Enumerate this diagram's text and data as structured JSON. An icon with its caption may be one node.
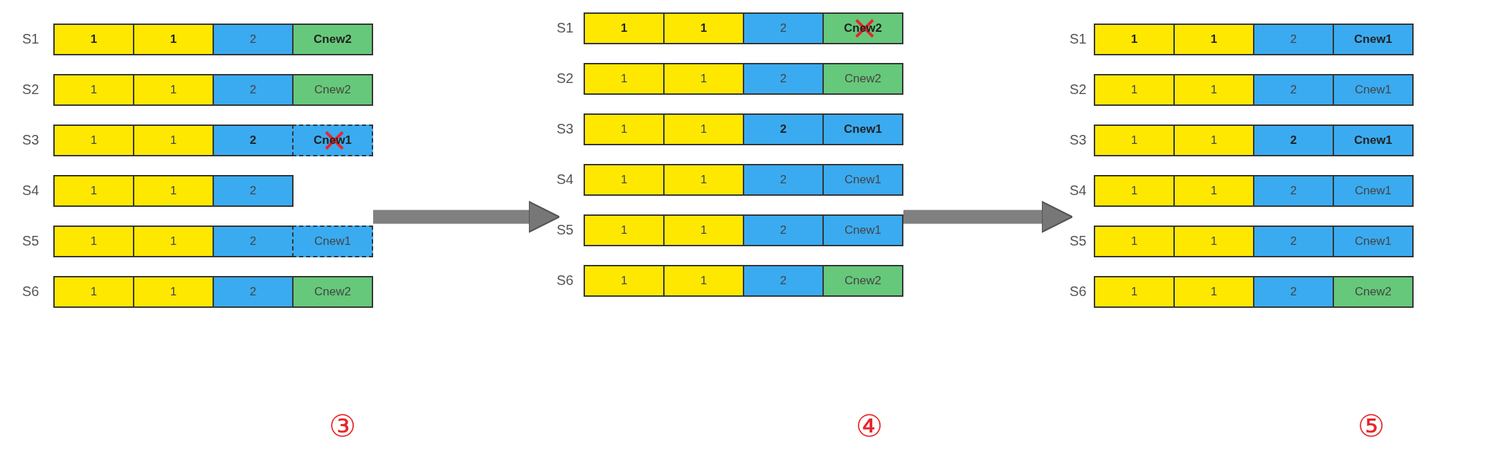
{
  "diagram": {
    "nodes": [
      {
        "text": [
          "③"
        ]
      },
      {
        "text": [
          "1"
        ],
        "in": 0
      },
      {
        "text": [
          "1"
        ],
        "in": 0
      },
      {
        "text": [
          "2"
        ],
        "in": 0
      },
      {
        "text": [
          "Cnew2"
        ],
        "in": 0
      },
      {
        "text": [
          "1"
        ],
        "in": 0
      },
      {
        "text": [
          "1"
        ],
        "in": 0
      },
      {
        "text": [
          "2"
        ],
        "in": 0
      },
      {
        "text": [
          "Cnew2"
        ],
        "in": 0
      },
      {
        "text": [
          "1"
        ],
        "in": 0
      },
      {
        "text": [
          "1"
        ],
        "in": 0
      },
      {
        "text": [
          "2"
        ],
        "in": 0
      },
      {
        "text": [
          "Cnew1"
        ],
        "in": 0
      },
      {
        "text": [
          "1"
        ],
        "in": 0
      },
      {
        "text": [
          "1"
        ],
        "in": 0
      },
      {
        "text": [
          "2"
        ],
        "in": 0
      },
      {
        "text": [
          "1"
        ],
        "in": 0
      },
      {
        "text": [
          "1"
        ],
        "in": 0
      },
      {
        "text": [
          "2"
        ],
        "in": 0
      },
      {
        "text": [
          "Cnew1"
        ],
        "in": 0
      },
      {
        "text": [
          "1"
        ],
        "in": 0
      },
      {
        "text": [
          "1"
        ],
        "in": 0
      },
      {
        "text": [
          "2"
        ],
        "in": 0
      },
      {
        "text": [
          "Cnew2"
        ],
        "in": 0
      },
      {
        "text": [
          "④"
        ]
      },
      {
        "text": [
          "1"
        ],
        "in": 24
      },
      {
        "text": [
          "1"
        ],
        "in": 24
      },
      {
        "text": [
          "2"
        ],
        "in": 24
      },
      {
        "text": [
          "Cnew2"
        ],
        "in": 24
      },
      {
        "text": [
          "1"
        ],
        "in": 24
      },
      {
        "text": [
          "1"
        ],
        "in": 24
      },
      {
        "text": [
          "2"
        ],
        "in": 24
      },
      {
        "text": [
          "Cnew2"
        ],
        "in": 24
      },
      {
        "text": [
          "1"
        ],
        "in": 24
      },
      {
        "text": [
          "1"
        ],
        "in": 24
      },
      {
        "text": [
          "2"
        ],
        "in": 24
      },
      {
        "text": [
          "Cnew1"
        ],
        "in": 24
      },
      {
        "text": [
          "1"
        ],
        "in": 24
      },
      {
        "text": [
          "1"
        ],
        "in": 24
      },
      {
        "text": [
          "2"
        ],
        "in": 24
      },
      {
        "text": [
          "Cnew1"
        ],
        "in": 24
      },
      {
        "text": [
          "1"
        ],
        "in": 24
      },
      {
        "text": [
          "1"
        ],
        "in": 24
      },
      {
        "text": [
          "2"
        ],
        "in": 24
      },
      {
        "text": [
          "Cnew1"
        ],
        "in": 24
      },
      {
        "text": [
          "1"
        ],
        "in": 24
      },
      {
        "text": [
          "1"
        ],
        "in": 24
      },
      {
        "text": [
          "2"
        ],
        "in": 24
      },
      {
        "text": [
          "Cnew2"
        ],
        "in": 24
      },
      {
        "text": [
          "⑤"
        ]
      },
      {
        "text": [
          "1"
        ],
        "in": 49
      },
      {
        "text": [
          "1"
        ],
        "in": 49
      },
      {
        "text": [
          "2"
        ],
        "in": 49
      },
      {
        "text": [
          "Cnew1"
        ],
        "in": 49
      },
      {
        "text": [
          "1"
        ],
        "in": 49
      },
      {
        "text": [
          "1"
        ],
        "in": 49
      },
      {
        "text": [
          "2"
        ],
        "in": 49
      },
      {
        "text": [
          "Cnew1"
        ],
        "in": 49
      },
      {
        "text": [
          "1"
        ],
        "in": 49
      },
      {
        "text": [
          "1"
        ],
        "in": 49
      },
      {
        "text": [
          "2"
        ],
        "in": 49
      },
      {
        "text": [
          "Cnew1"
        ],
        "in": 49
      },
      {
        "text": [
          "1"
        ],
        "in": 49
      },
      {
        "text": [
          "1"
        ],
        "in": 49
      },
      {
        "text": [
          "2"
        ],
        "in": 49
      },
      {
        "text": [
          "Cnew1"
        ],
        "in": 49
      },
      {
        "text": [
          "1"
        ],
        "in": 49
      },
      {
        "text": [
          "1"
        ],
        "in": 49
      },
      {
        "text": [
          "2"
        ],
        "in": 49
      },
      {
        "text": [
          "Cnew1"
        ],
        "in": 49
      },
      {
        "text": [
          "1"
        ],
        "in": 49
      },
      {
        "text": [
          "1"
        ],
        "in": 49
      },
      {
        "text": [
          "2"
        ],
        "in": 49
      },
      {
        "text": [
          "Cnew2"
        ],
        "in": 49
      }
    ],
    "edges": [
      {
        "from": 0,
        "to": 24,
        "arrow": "to"
      },
      {
        "from": 24,
        "to": 49,
        "arrow": "to"
      }
    ],
    "labels": [
      "S1",
      "S2",
      "S3",
      "S4",
      "S5",
      "S6",
      "S1",
      "S2",
      "S3",
      "S4",
      "S5",
      "S6",
      "S1",
      "S2",
      "S3",
      "S4",
      "S5",
      "S6"
    ]
  }
}
